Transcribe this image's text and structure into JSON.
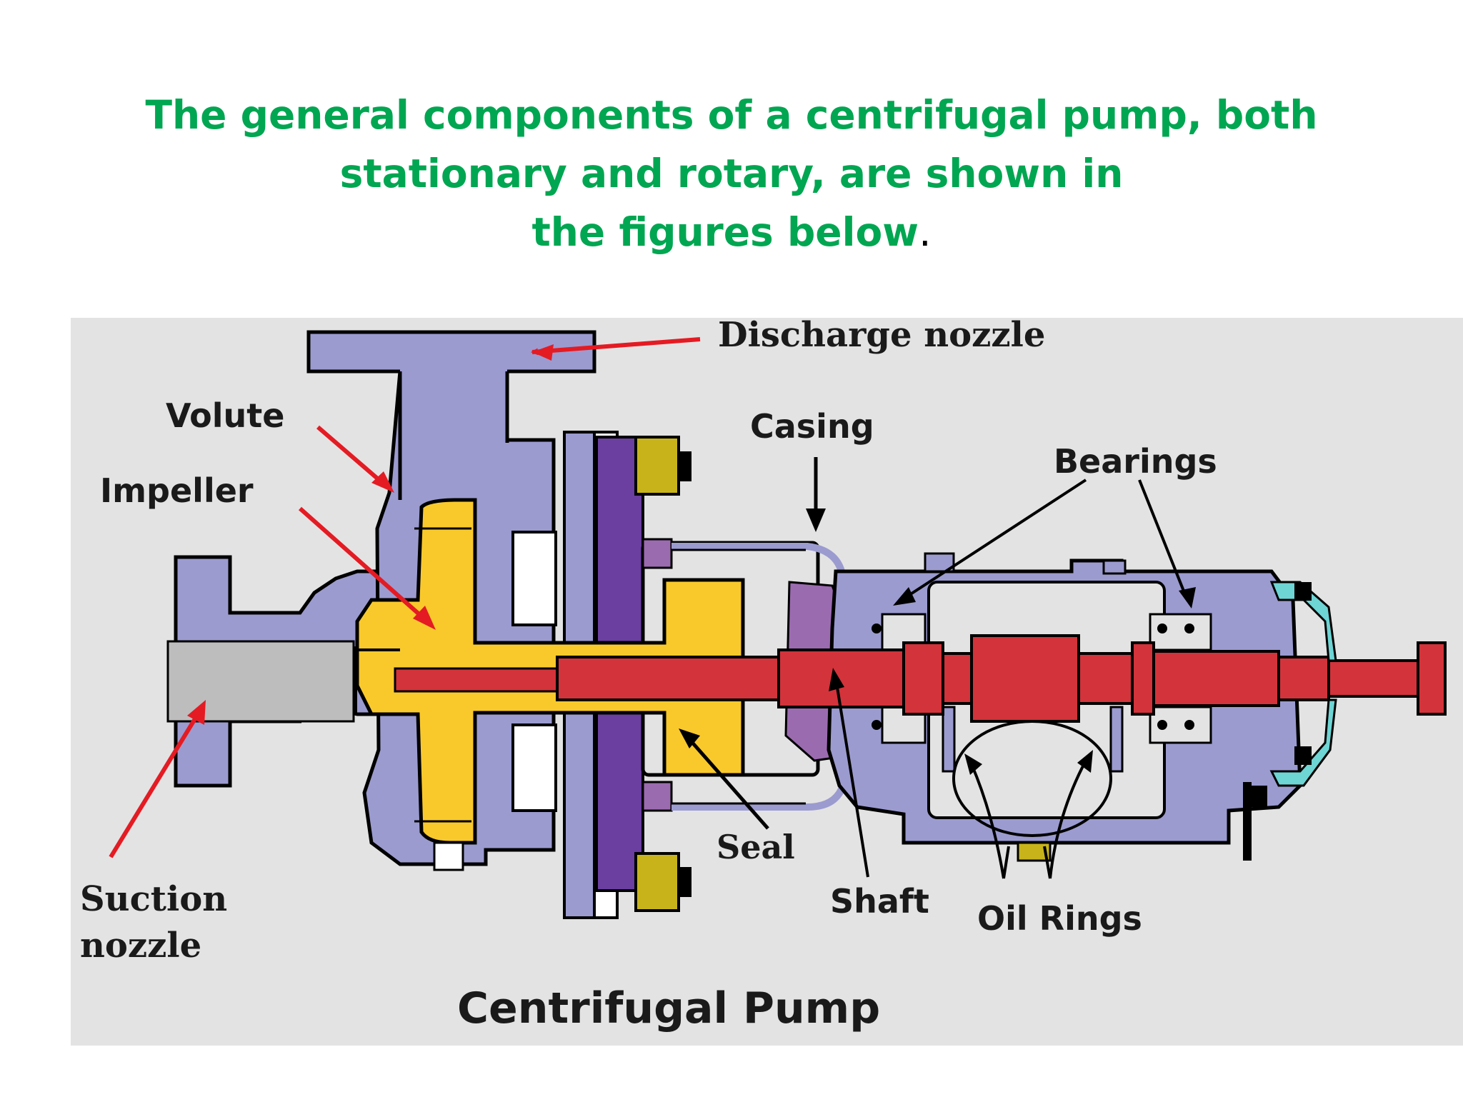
{
  "slide": {
    "title_line1": "The general components of a centrifugal pump, both",
    "title_line2": "stationary and rotary, are shown in",
    "title_line3": "the figures below",
    "title_period": "."
  },
  "diagram": {
    "caption": "Centrifugal Pump",
    "labels": {
      "discharge_nozzle": "Discharge nozzle",
      "volute": "Volute",
      "impeller": "Impeller",
      "casing": "Casing",
      "bearings": "Bearings",
      "seal": "Seal",
      "shaft": "Shaft",
      "oil_rings": "Oil Rings",
      "suction_line1": "Suction",
      "suction_line2": "nozzle"
    },
    "colors": {
      "casing": "#9b9bd0",
      "impeller": "#f9c92c",
      "shaft": "#d3333a",
      "flange": "#6a3fa0",
      "bolt": "#c8b41a",
      "arrow_red": "#e41b23",
      "title_green": "#00a651"
    }
  }
}
